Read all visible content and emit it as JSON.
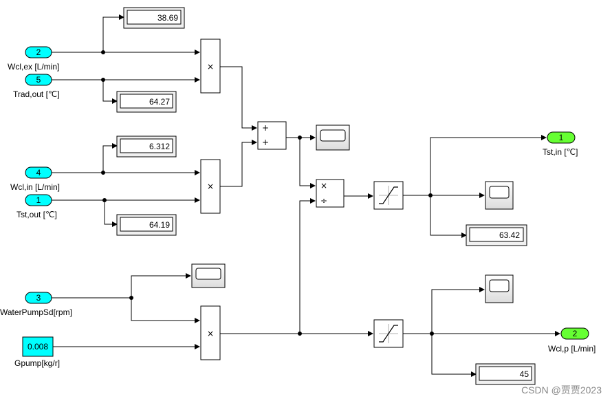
{
  "inports": {
    "wcl_ex": {
      "number": "2",
      "label": "Wcl,ex [L/min]"
    },
    "trad_out": {
      "number": "5",
      "label": "Trad,out [℃]"
    },
    "wcl_in": {
      "number": "4",
      "label": "Wcl,in [L/min]"
    },
    "tst_out": {
      "number": "1",
      "label": "Tst,out [℃]"
    },
    "water_pump_sd": {
      "number": "3",
      "label": "WaterPumpSd[rpm]"
    }
  },
  "constant": {
    "value": "0.008",
    "label": "Gpump[kg/r]"
  },
  "outports": {
    "tst_in": {
      "number": "1",
      "label": "Tst,in [℃]"
    },
    "wcl_p": {
      "number": "2",
      "label": "Wcl,p [L/min]"
    }
  },
  "displays": {
    "d1": "38.69",
    "d2": "64.27",
    "d3": "6.312",
    "d4": "64.19",
    "d5": "63.42",
    "d6": "45"
  },
  "operators": {
    "product": "×",
    "plus": "+",
    "divide": "÷"
  },
  "watermark": "CSDN @贾贾2023",
  "colors": {
    "inport_fill": "#00ffff",
    "outport_fill": "#66ff33",
    "line": "#000000"
  }
}
